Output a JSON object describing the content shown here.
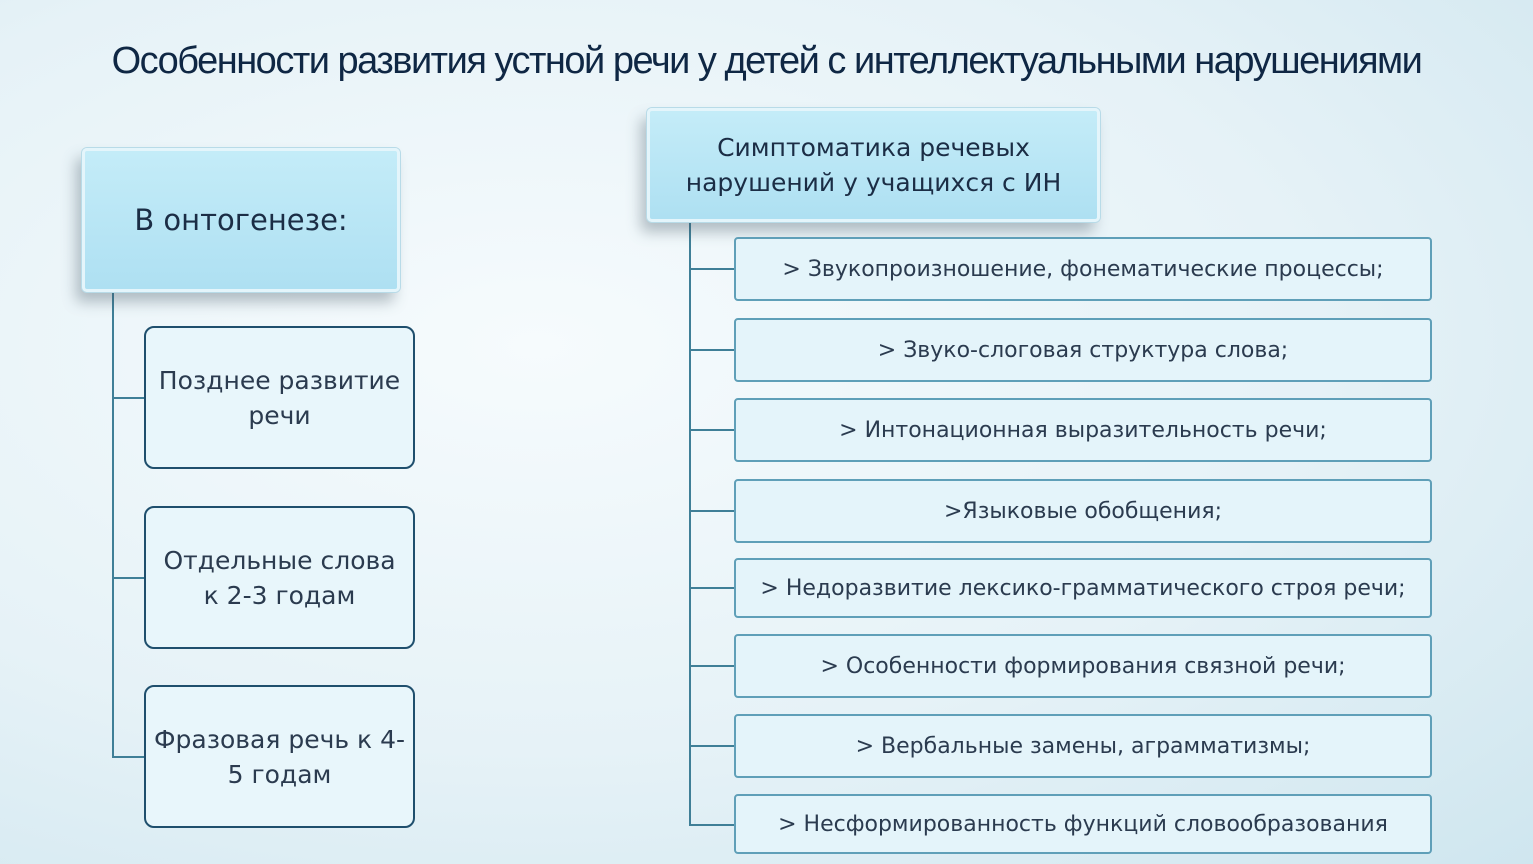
{
  "title": "Особенности развития устной речи у детей  с интеллектуальными нарушениями",
  "left": {
    "heading": "В онтогенезе:",
    "items": [
      "Позднее развитие речи",
      "Отдельные слова к 2-3 годам",
      "Фразовая речь к 4-5 годам"
    ]
  },
  "right": {
    "heading": "Симптоматика речевых нарушений у учащихся с ИН",
    "items": [
      "> Звукопроизношение, фонематические процессы;",
      "> Звуко-слоговая структура слова;",
      "> Интонационная выразительность речи;",
      ">Языковые обобщения;",
      "> Недоразвитие лексико-грамматического строя речи;",
      "> Особенности формирования связной речи;",
      "> Вербальные замены, аграмматизмы;",
      "> Несформированность функций словообразования"
    ]
  }
}
